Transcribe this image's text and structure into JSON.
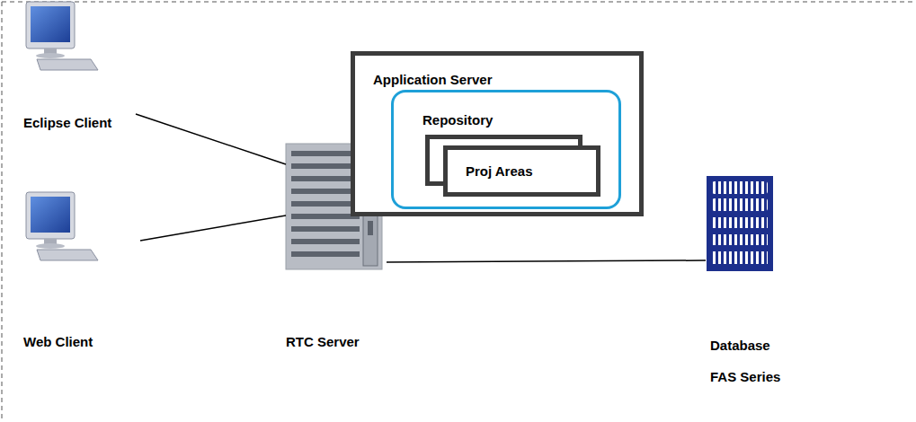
{
  "diagram": {
    "nodes": [
      {
        "text": [
          "Eclipse Client"
        ]
      },
      {
        "text": [
          "Application Server"
        ]
      },
      {
        "text": [
          "Repository"
        ],
        "in": 1
      },
      {
        "text": [
          "Proj Areas"
        ],
        "in": 2
      },
      {
        "text": [
          "Web Client"
        ]
      },
      {
        "text": [
          "RTC Server"
        ]
      },
      {
        "text": [
          "Database",
          "FAS Series"
        ]
      }
    ],
    "edges": [
      {
        "from": 0,
        "to": 5,
        "arrow": "none"
      },
      {
        "from": 4,
        "to": 5,
        "arrow": "none"
      },
      {
        "from": 5,
        "to": 6,
        "arrow": "none"
      }
    ]
  }
}
